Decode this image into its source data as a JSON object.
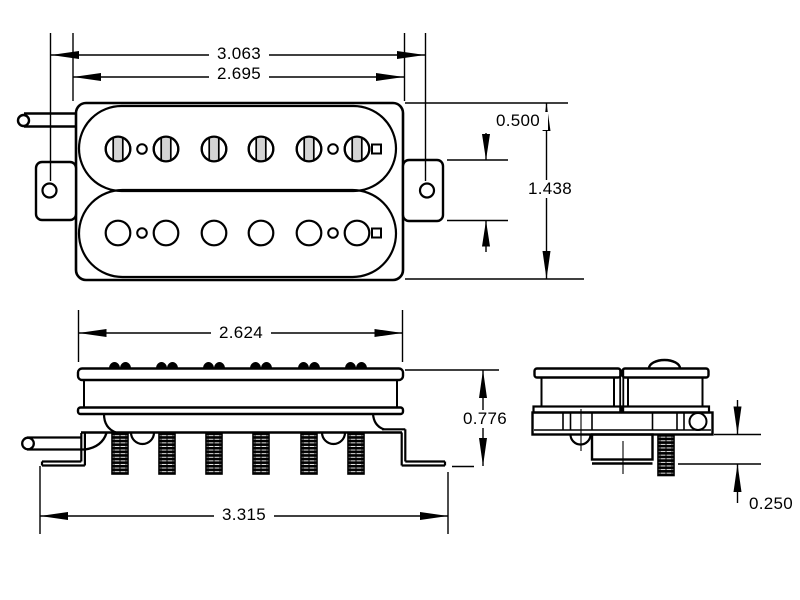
{
  "drawing": {
    "background_color": "#ffffff",
    "line_color": "#000000",
    "views": {
      "top_view": {
        "dim_mounting_hole_span": "3.063",
        "dim_body_width": "2.695",
        "dim_mounting_tab_width": "0.500",
        "dim_body_height": "1.438"
      },
      "side_view": {
        "dim_top_width": "2.624",
        "dim_height": "0.776",
        "dim_overall_length_with_legs": "3.315"
      },
      "end_view": {
        "dim_bottom_protrusion": "0.250"
      }
    }
  }
}
